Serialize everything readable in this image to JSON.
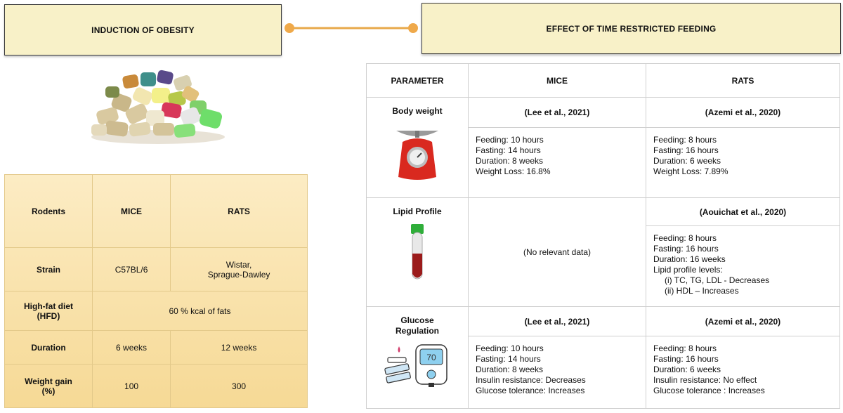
{
  "header": {
    "left_title": "INDUCTION OF OBESITY",
    "right_title": "EFFECT OF TIME RESTRICTED FEEDING"
  },
  "colors": {
    "banner_fill": "#f8f1c8",
    "connector": "#e8a94a",
    "table_top": "#fcecc4",
    "table_bottom": "#f6d995"
  },
  "icons": {
    "food": "rodent-chow-pellets-illustration",
    "weight": "kitchen-scale-icon",
    "lipid": "blood-tube-icon",
    "glucose": "glucometer-icon"
  },
  "obesity_table": {
    "col_headers": [
      "Rodents",
      "MICE",
      "RATS"
    ],
    "rows": [
      {
        "label": "Strain",
        "mice": "C57BL/6",
        "rats_line1": "Wistar,",
        "rats_line2": "Sprague-Dawley"
      },
      {
        "label_line1": "High-fat diet",
        "label_line2": "(HFD)",
        "both": "60 % kcal of fats"
      },
      {
        "label": "Duration",
        "mice": "6 weeks",
        "rats": "12 weeks"
      },
      {
        "label_line1": "Weight gain",
        "label_line2": "(%)",
        "mice": "100",
        "rats": "300"
      }
    ]
  },
  "trf_table": {
    "col_headers": [
      "PARAMETER",
      "MICE",
      "RATS"
    ],
    "body_weight": {
      "label": "Body weight",
      "mice_ref": "(Lee et al., 2021)",
      "rats_ref": "(Azemi et al., 2020)",
      "mice_lines": [
        "Feeding: 10 hours",
        "Fasting: 14 hours",
        "Duration: 8 weeks",
        "Weight Loss: 16.8%"
      ],
      "rats_lines": [
        "Feeding: 8 hours",
        "Fasting: 16 hours",
        "Duration: 6 weeks",
        "Weight Loss: 7.89%"
      ]
    },
    "lipid": {
      "label": "Lipid Profile",
      "mice_text": "(No relevant data)",
      "rats_ref": "(Aouichat et al., 2020)",
      "rats_lines": [
        "Feeding: 8 hours",
        "Fasting: 16 hours",
        "Duration: 16 weeks",
        "Lipid profile levels:"
      ],
      "rats_sub": [
        "(i) TC, TG, LDL - Decreases",
        "(ii) HDL – Increases"
      ]
    },
    "glucose": {
      "label_line1": "Glucose",
      "label_line2": "Regulation",
      "mice_ref": "(Lee et al., 2021)",
      "rats_ref": "(Azemi et al., 2020)",
      "mice_lines": [
        "Feeding: 10 hours",
        "Fasting: 14 hours",
        "Duration: 8 weeks",
        "Insulin resistance: Decreases",
        "Glucose tolerance: Increases"
      ],
      "rats_lines": [
        "Feeding: 8 hours",
        "Fasting: 16 hours",
        "Duration: 6 weeks",
        "Insulin resistance: No effect",
        "Glucose tolerance : Increases"
      ],
      "meter_value": "70"
    }
  }
}
